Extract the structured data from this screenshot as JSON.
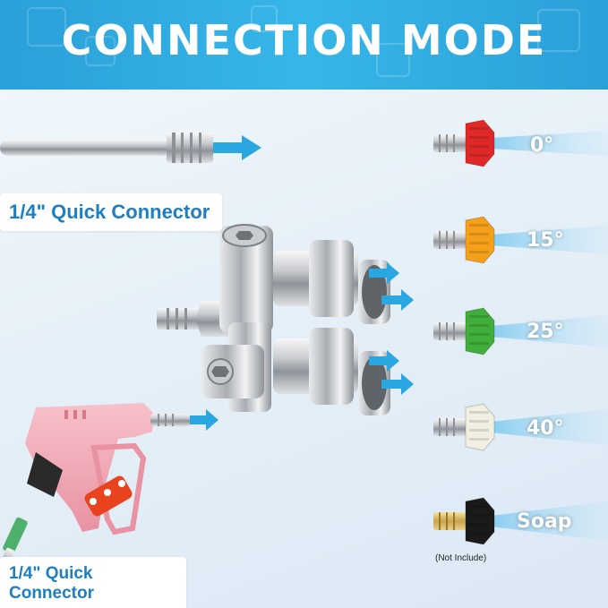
{
  "title": "CONNECTION MODE",
  "labels": {
    "wand_connector": "1/4\" Quick Connector",
    "gun_connector": "1/4\" Quick Connector"
  },
  "nozzles": [
    {
      "angle": "0°",
      "color": "#e02828"
    },
    {
      "angle": "15°",
      "color": "#f5a01a"
    },
    {
      "angle": "25°",
      "color": "#3fae3a"
    },
    {
      "angle": "40°",
      "color": "#f2efe2"
    },
    {
      "angle": "Soap",
      "color": "#1a1a1a"
    }
  ],
  "soap_note": "(Not Include)",
  "colors": {
    "banner": "#2aa0d8",
    "arrow": "#2aa6e0",
    "gun": "#f2a7b4",
    "label_text": "#1d7fc0"
  },
  "icons": [
    "arrow-right-icon",
    "wand-icon",
    "manifold-icon",
    "spray-gun-icon",
    "nozzle-icon"
  ]
}
